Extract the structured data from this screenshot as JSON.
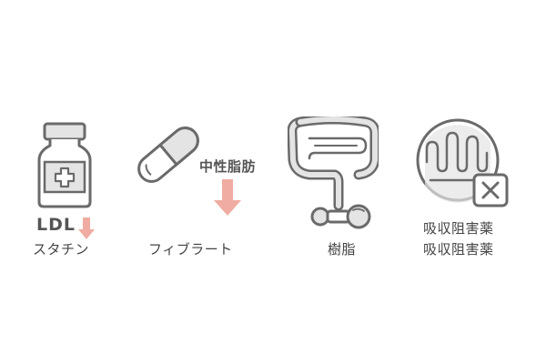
{
  "colors": {
    "outline": "#6a6a6a",
    "fill": "#e4e4e4",
    "arrow": "#f0aca2",
    "text": "#444444"
  },
  "panels": [
    {
      "icon": "medicine-bottle-icon",
      "marker_text": "LDL",
      "marker_arrow": "down-arrow-icon",
      "label": "スタチン"
    },
    {
      "icon": "capsule-icon",
      "marker_text": "中性脂肪",
      "marker_arrow": "down-arrow-icon",
      "label": "フィブラート"
    },
    {
      "icon": "intestine-icon",
      "label": "樹脂"
    },
    {
      "icon": "intestinal-villi-blocked-icon",
      "label_line1": "吸収阻害薬",
      "label_line2": "吸収阻害薬"
    }
  ]
}
